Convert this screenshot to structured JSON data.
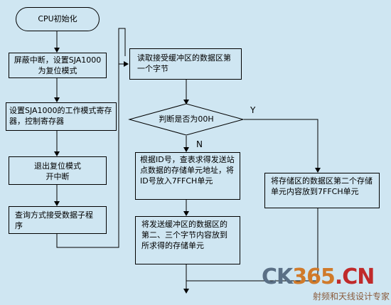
{
  "start": "CPU初始化",
  "left_steps": [
    "屏蔽中断，设置SJA1000为复位模式",
    "设置SJA1000的工作模式寄存器，控制寄存器",
    "退出复位模式开中断",
    "查询方式接受数据子程序"
  ],
  "read_step": "读取接受缓冲区的数据区第一个字节",
  "decision": "判断是否为00H",
  "yes_label": "Y",
  "no_label": "N",
  "lookup_step": "根据ID号，查表求得发送站点数据的存储单元地址，将ID号放入7FFCH单元",
  "copy_step": "将发送缓冲区的数据区的第二、三个字节内容放到所求得的存储单元",
  "store_step": "将存储区的数据区第二个存储单元内容放到7FFCH单元",
  "watermark": {
    "logo_a": "CK",
    "logo_b": "365",
    "logo_c": ".CN",
    "tagline": "射频和天线设计专家"
  }
}
